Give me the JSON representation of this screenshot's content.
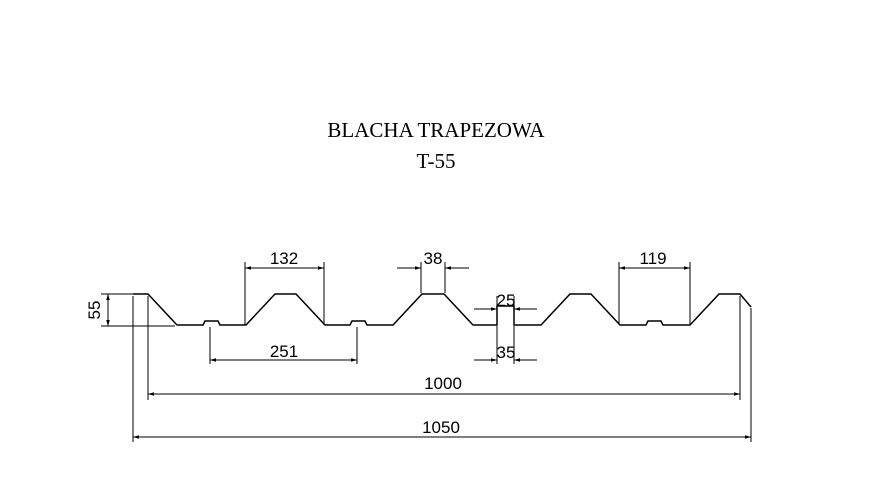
{
  "title": "BLACHA TRAPEZOWA",
  "subtitle": "T-55",
  "dimensions": {
    "top_width_left": "132",
    "crest_top": "38",
    "top_width_right": "119",
    "rib_small": "25",
    "height": "55",
    "pitch": "251",
    "trough_bottom": "35",
    "effective_width": "1000",
    "total_width": "1050"
  }
}
